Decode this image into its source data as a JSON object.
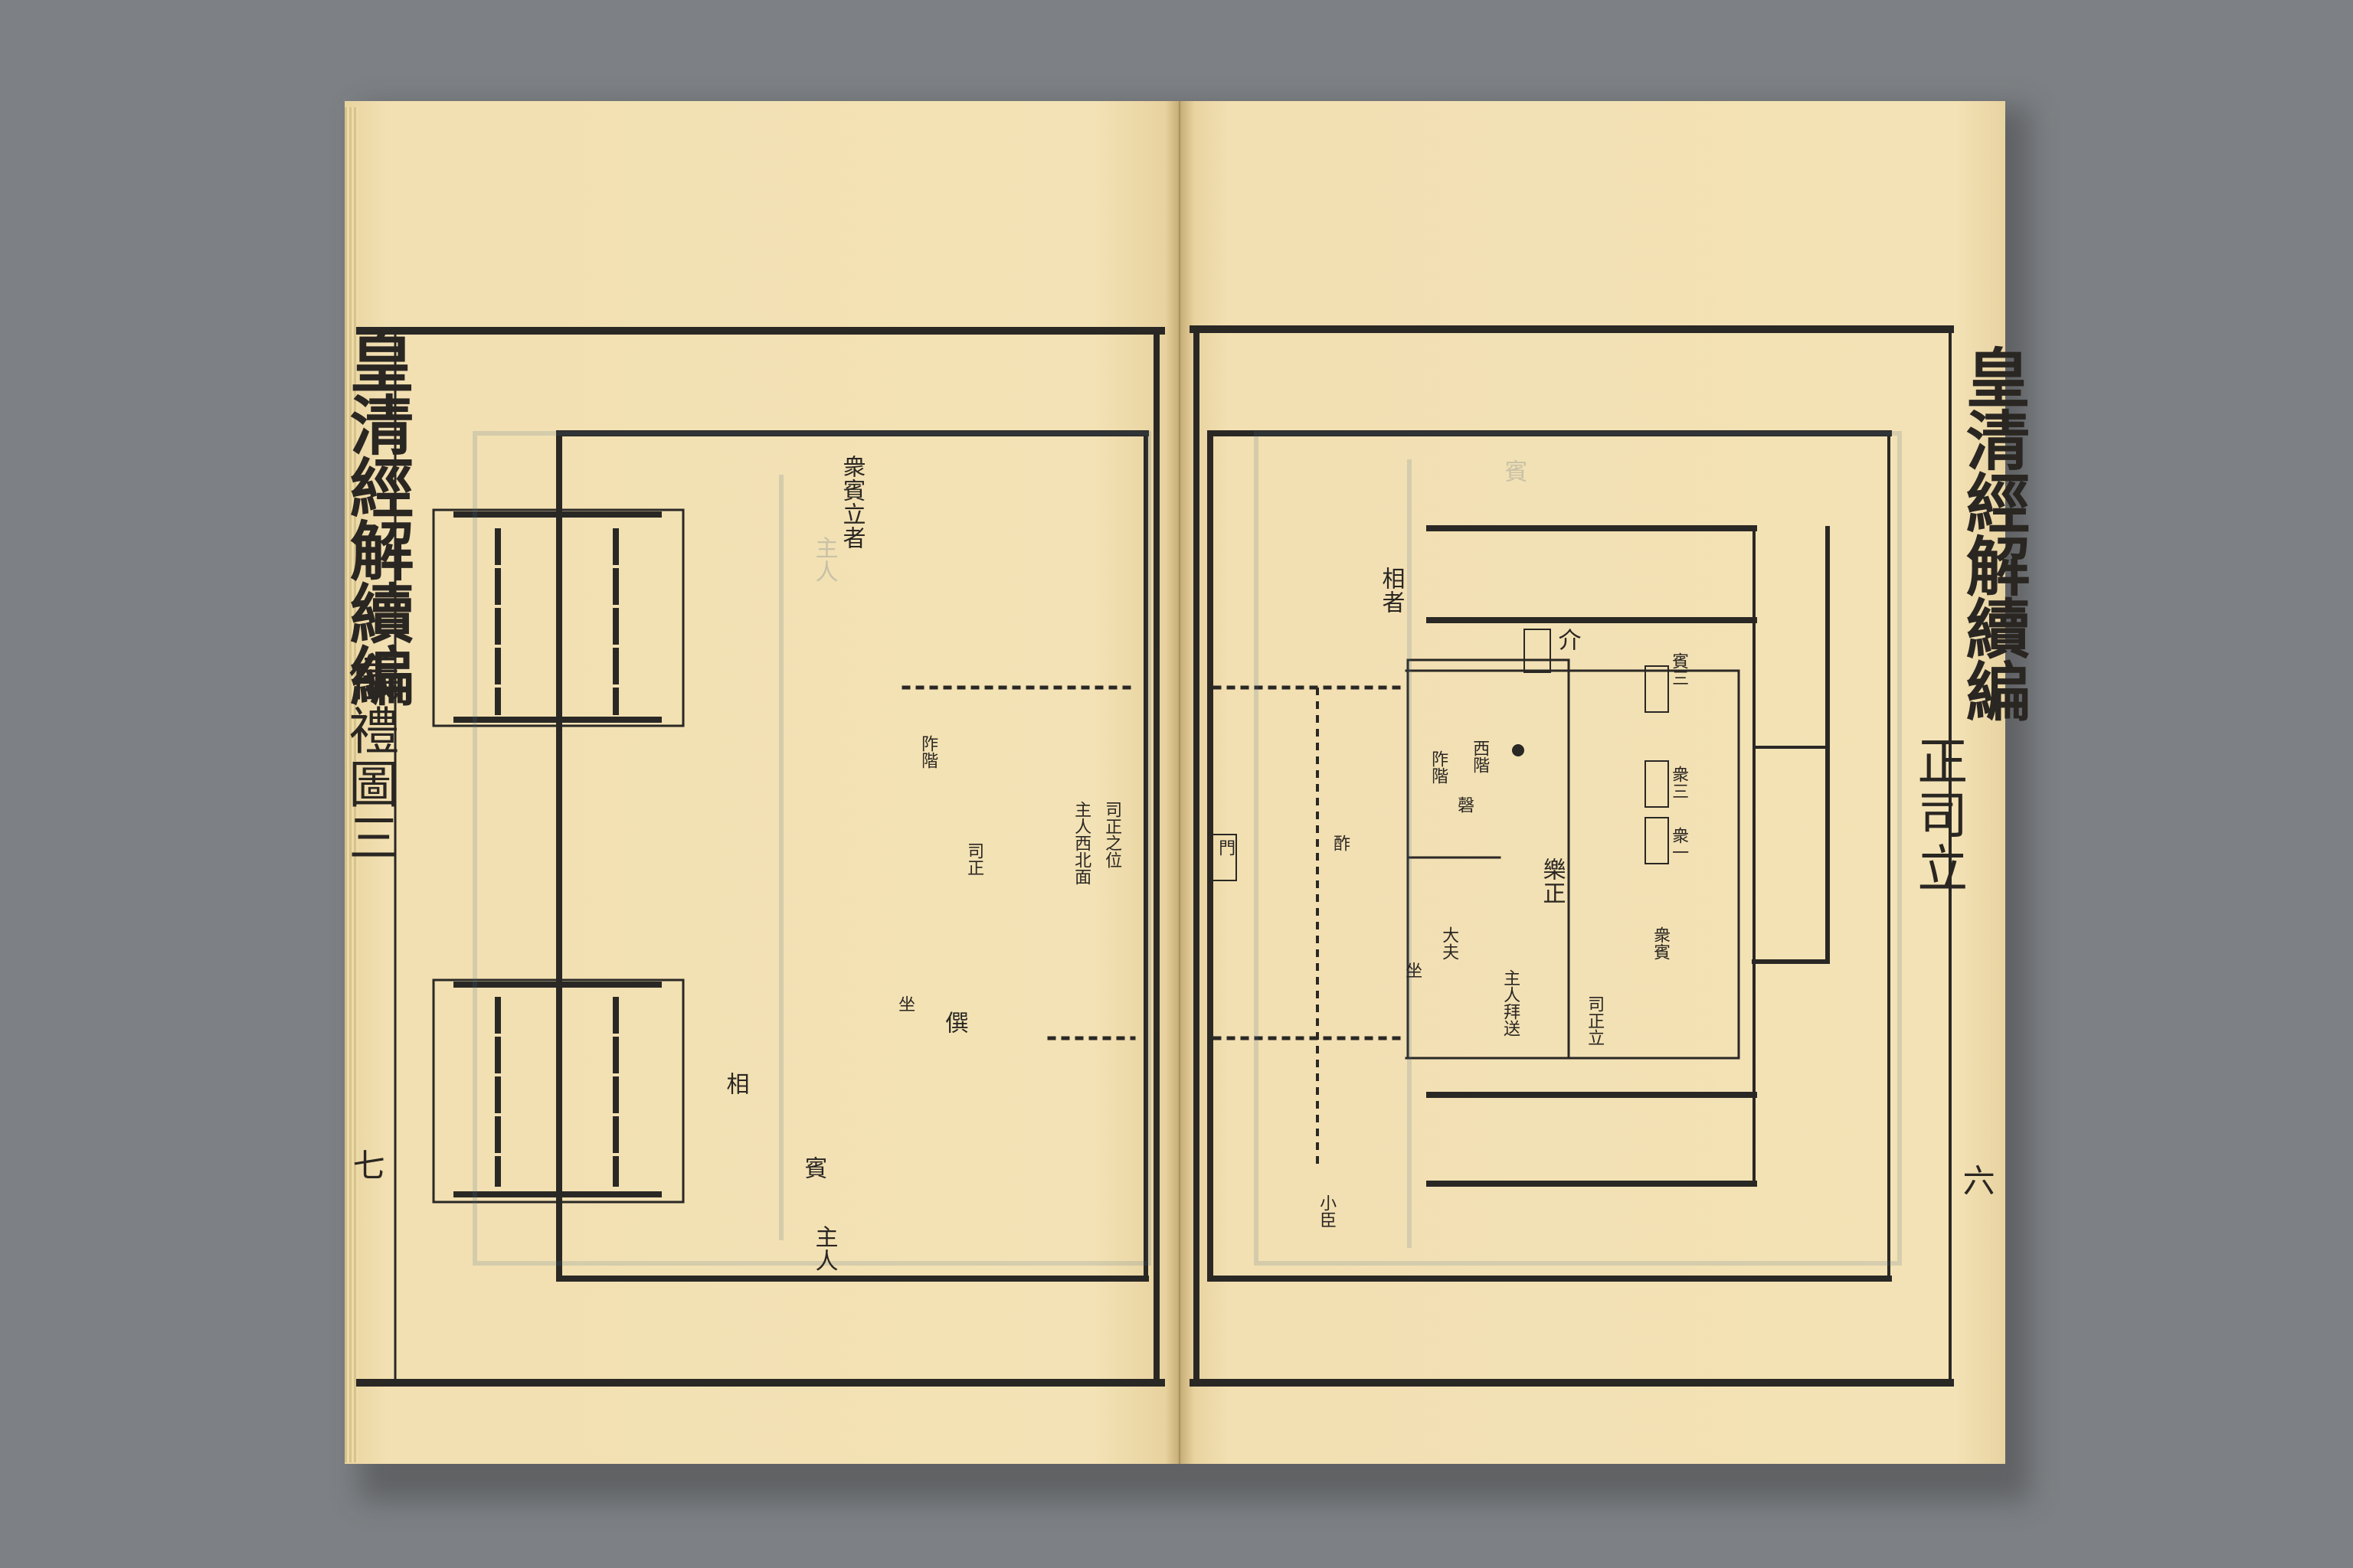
{
  "right_page": {
    "margin_title": "皇清經解續編",
    "heading": "正司立",
    "folio": "六",
    "labels": {
      "a": "相者",
      "b": "介",
      "c": "賓三",
      "d": "衆三",
      "e": "衆一",
      "f": "西階",
      "g": "阼階",
      "h": "樂正",
      "i": "磬",
      "j": "酢",
      "k": "坐",
      "l": "衆賓",
      "m": "司正立",
      "n": "門",
      "o": "小臣",
      "p": "大夫",
      "q": "主人拜送"
    }
  },
  "left_page": {
    "margin_title": "皇清經解續編",
    "subtitle": "儀禮圖三",
    "folio": "七",
    "labels": {
      "a": "衆賓立者",
      "b": "司正之位",
      "c": "主人西北面",
      "d": "司正",
      "e": "阼階",
      "f": "僎",
      "g": "相",
      "h": "主人",
      "i": "坐",
      "j": "賓"
    }
  }
}
